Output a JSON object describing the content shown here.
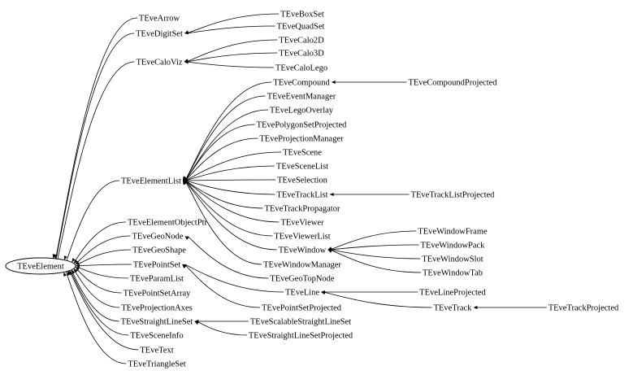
{
  "diagram": {
    "type": "class inheritance graph",
    "root": "TEveElement",
    "nodes": [
      "TEveElement",
      "TEveArrow",
      "TEveDigitSet",
      "TEveCaloViz",
      "TEveElementList",
      "TEveElementObjectPtr",
      "TEveGeoNode",
      "TEveGeoShape",
      "TEvePointSet",
      "TEveParamList",
      "TEvePointSetArray",
      "TEveProjectionAxes",
      "TEveStraightLineSet",
      "TEveSceneInfo",
      "TEveText",
      "TEveTriangleSet",
      "TEveBoxSet",
      "TEveQuadSet",
      "TEveCalo2D",
      "TEveCalo3D",
      "TEveCaloLego",
      "TEveCompound",
      "TEveEventManager",
      "TEveLegoOverlay",
      "TEvePolygonSetProjected",
      "TEveProjectionManager",
      "TEveScene",
      "TEveSceneList",
      "TEveSelection",
      "TEveTrackList",
      "TEveTrackPropagator",
      "TEveViewer",
      "TEveViewerList",
      "TEveWindow",
      "TEveWindowManager",
      "TEveGeoTopNode",
      "TEveLine",
      "TEvePointSetProjected",
      "TEveScalableStraightLineSet",
      "TEveStraightLineSetProjected",
      "TEveCompoundProjected",
      "TEveTrackListProjected",
      "TEveWindowFrame",
      "TEveWindowPack",
      "TEveWindowSlot",
      "TEveWindowTab",
      "TEveLineProjected",
      "TEveTrack",
      "TEveTrackProjected"
    ],
    "edges": [
      [
        "TEveArrow",
        "TEveElement"
      ],
      [
        "TEveDigitSet",
        "TEveElement"
      ],
      [
        "TEveCaloViz",
        "TEveElement"
      ],
      [
        "TEveElementList",
        "TEveElement"
      ],
      [
        "TEveElementObjectPtr",
        "TEveElement"
      ],
      [
        "TEveGeoNode",
        "TEveElement"
      ],
      [
        "TEveGeoShape",
        "TEveElement"
      ],
      [
        "TEvePointSet",
        "TEveElement"
      ],
      [
        "TEveParamList",
        "TEveElement"
      ],
      [
        "TEvePointSetArray",
        "TEveElement"
      ],
      [
        "TEveProjectionAxes",
        "TEveElement"
      ],
      [
        "TEveStraightLineSet",
        "TEveElement"
      ],
      [
        "TEveSceneInfo",
        "TEveElement"
      ],
      [
        "TEveText",
        "TEveElement"
      ],
      [
        "TEveTriangleSet",
        "TEveElement"
      ],
      [
        "TEveBoxSet",
        "TEveDigitSet"
      ],
      [
        "TEveQuadSet",
        "TEveDigitSet"
      ],
      [
        "TEveCalo2D",
        "TEveCaloViz"
      ],
      [
        "TEveCalo3D",
        "TEveCaloViz"
      ],
      [
        "TEveCaloLego",
        "TEveCaloViz"
      ],
      [
        "TEveCompound",
        "TEveElementList"
      ],
      [
        "TEveEventManager",
        "TEveElementList"
      ],
      [
        "TEveLegoOverlay",
        "TEveElementList"
      ],
      [
        "TEvePolygonSetProjected",
        "TEveElementList"
      ],
      [
        "TEveProjectionManager",
        "TEveElementList"
      ],
      [
        "TEveScene",
        "TEveElementList"
      ],
      [
        "TEveSceneList",
        "TEveElementList"
      ],
      [
        "TEveSelection",
        "TEveElementList"
      ],
      [
        "TEveTrackList",
        "TEveElementList"
      ],
      [
        "TEveTrackPropagator",
        "TEveElementList"
      ],
      [
        "TEveViewer",
        "TEveElementList"
      ],
      [
        "TEveViewerList",
        "TEveElementList"
      ],
      [
        "TEveWindow",
        "TEveElementList"
      ],
      [
        "TEveWindowManager",
        "TEveElementList"
      ],
      [
        "TEveGeoTopNode",
        "TEveGeoNode"
      ],
      [
        "TEveLine",
        "TEvePointSet"
      ],
      [
        "TEvePointSetProjected",
        "TEvePointSet"
      ],
      [
        "TEveScalableStraightLineSet",
        "TEveStraightLineSet"
      ],
      [
        "TEveStraightLineSetProjected",
        "TEveStraightLineSet"
      ],
      [
        "TEveCompoundProjected",
        "TEveCompound"
      ],
      [
        "TEveTrackListProjected",
        "TEveTrackList"
      ],
      [
        "TEveWindowFrame",
        "TEveWindow"
      ],
      [
        "TEveWindowPack",
        "TEveWindow"
      ],
      [
        "TEveWindowSlot",
        "TEveWindow"
      ],
      [
        "TEveWindowTab",
        "TEveWindow"
      ],
      [
        "TEveLineProjected",
        "TEveLine"
      ],
      [
        "TEveTrack",
        "TEveLine"
      ],
      [
        "TEveTrackProjected",
        "TEveTrack"
      ]
    ]
  }
}
